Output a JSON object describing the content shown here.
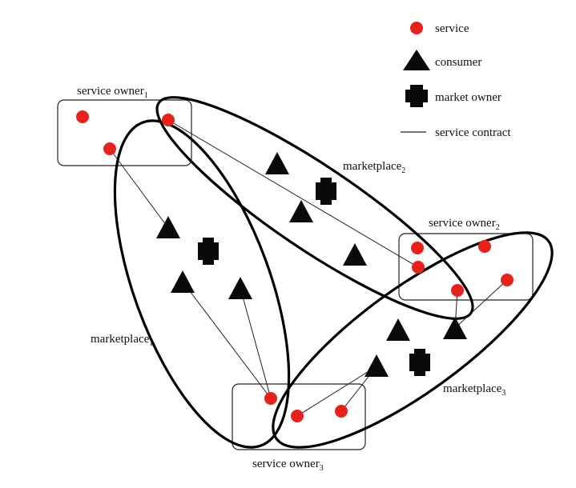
{
  "legend": {
    "service": "service",
    "consumer": "consumer",
    "market_owner": "market owner",
    "service_contract": "service contract"
  },
  "owners": [
    {
      "label": "service owner",
      "sub": "1"
    },
    {
      "label": "service owner",
      "sub": "2"
    },
    {
      "label": "service owner",
      "sub": "3"
    }
  ],
  "marketplaces": [
    {
      "label": "marketplace",
      "sub": "1"
    },
    {
      "label": "marketplace",
      "sub": "2"
    },
    {
      "label": "marketplace",
      "sub": "3"
    }
  ],
  "colors": {
    "service": "#e8221b",
    "shape": "#0a0a0a"
  }
}
